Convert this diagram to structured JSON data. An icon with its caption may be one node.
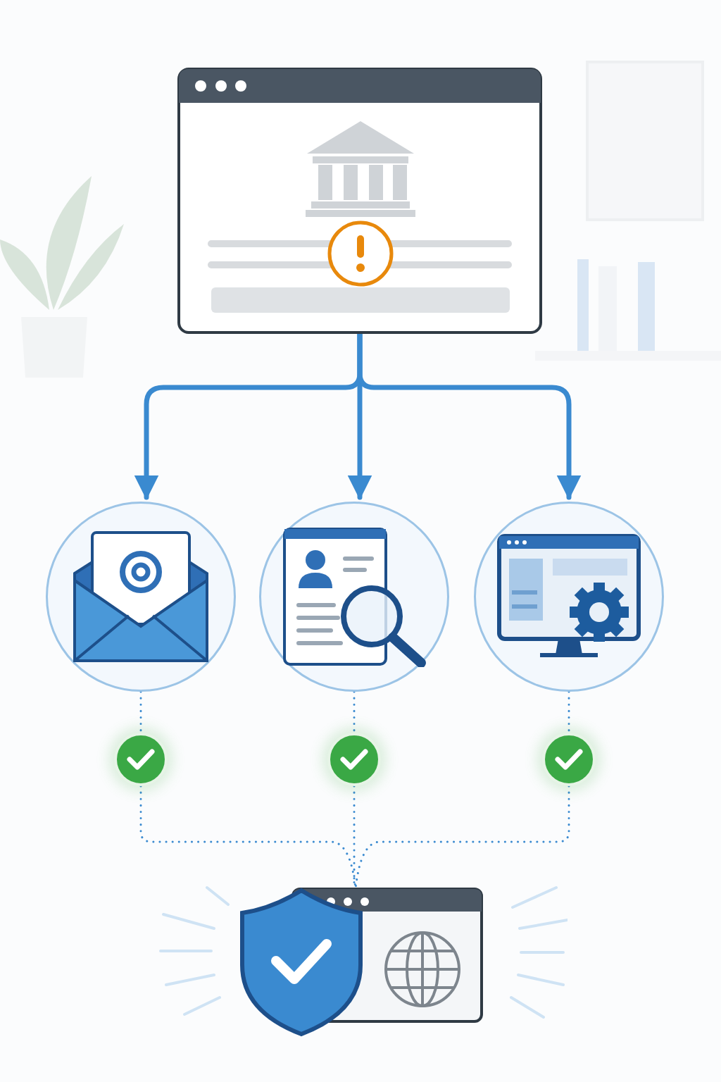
{
  "diagram": {
    "nodes": [
      {
        "text": [],
        "shape": "picture"
      },
      {
        "text": [],
        "shape": "circle"
      },
      {
        "text": [],
        "shape": "circle"
      },
      {
        "text": [],
        "shape": "circle"
      },
      {
        "text": [],
        "shape": "circle"
      },
      {
        "text": [],
        "shape": "circle"
      },
      {
        "text": [],
        "shape": "circle"
      },
      {
        "text": [],
        "shape": "picture"
      }
    ],
    "edges": [
      {
        "from": 0,
        "to": 1,
        "arrow": "to",
        "style": "thick"
      },
      {
        "from": 0,
        "to": 2,
        "arrow": "to",
        "style": "thick"
      },
      {
        "from": 0,
        "to": 3,
        "arrow": "to",
        "style": "thick"
      },
      {
        "from": 1,
        "to": 4,
        "arrow": "none",
        "style": "dashed"
      },
      {
        "from": 2,
        "to": 5,
        "arrow": "none",
        "style": "dashed"
      },
      {
        "from": 3,
        "to": 6,
        "arrow": "none",
        "style": "dashed"
      },
      {
        "from": 4,
        "to": 7,
        "arrow": "none",
        "style": "dashed"
      },
      {
        "from": 5,
        "to": 7,
        "arrow": "none",
        "style": "dashed"
      },
      {
        "from": 6,
        "to": 7,
        "arrow": "none",
        "style": "dashed"
      }
    ]
  }
}
